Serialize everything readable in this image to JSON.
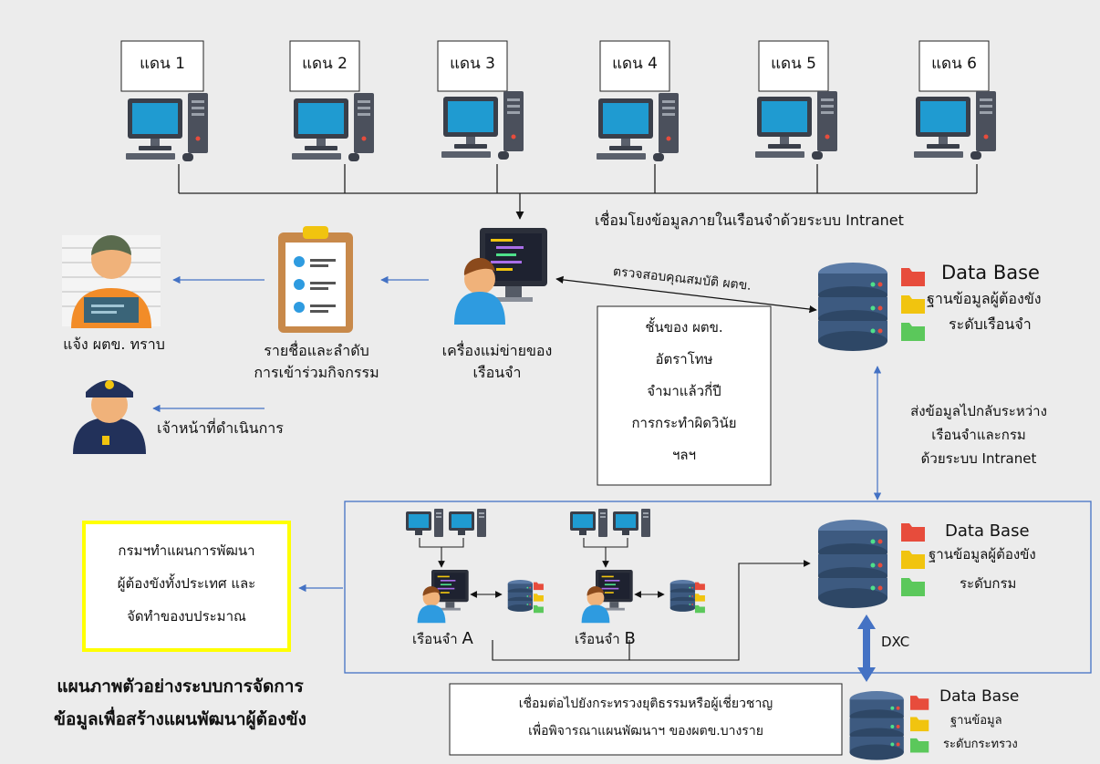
{
  "lanes": [
    "แดน 1",
    "แดน 2",
    "แดน 3",
    "แดน 4",
    "แดน 5",
    "แดน 6"
  ],
  "intranet_label": "เชื่อมโยงข้อมูลภายในเรือนจำด้วยระบบ Intranet",
  "check_label": "ตรวจสอบคุณสมบัติ ผตข.",
  "server_label": [
    "เครื่องแม่ข่ายของ",
    "เรือนจำ"
  ],
  "list_label": [
    "รายชื่อและลำดับ",
    "การเข้าร่วมกิจกรรม"
  ],
  "notify_label": "แจ้ง ผตข. ทราบ",
  "officer_label": "เจ้าหน้าที่ดำเนินการ",
  "criteria": [
    "ชั้นของ ผตข.",
    "อัตราโทษ",
    "จำมาแล้วกี่ปี",
    "การกระทำผิดวินัย",
    "ฯลฯ"
  ],
  "db_prison": {
    "title": "Data Base",
    "lines": [
      "ฐานข้อมูลผู้ต้องขัง",
      "ระดับเรือนจำ"
    ]
  },
  "sync_label": [
    "ส่งข้อมูลไปกลับระหว่าง",
    "เรือนจำและกรม",
    "ด้วยระบบ Intranet"
  ],
  "db_dept": {
    "title": "Data Base",
    "lines": [
      "ฐานข้อมูลผู้ต้องขัง",
      "ระดับกรม"
    ]
  },
  "prison_a": {
    "prefix": "เรือนจำ",
    "letter": "A"
  },
  "prison_b": {
    "prefix": "เรือนจำ",
    "letter": "B"
  },
  "dept_plan": [
    "กรมฯทำแผนการพัฒนา",
    "ผู้ต้องขังทั้งประเทศ และ",
    "จัดทำของบประมาณ"
  ],
  "dxc_label": "DXC",
  "ministry_connect": [
    "เชื่อมต่อไปยังกระทรวงยุติธรรมหรือผู้เชี่ยวชาญ",
    "เพื่อพิจารณาแผนพัฒนาฯ ของผตข.บางราย"
  ],
  "db_ministry": {
    "title": "Data Base",
    "lines": [
      "ฐานข้อมูล",
      "ระดับกระทรวง"
    ]
  },
  "diagram_title": [
    "แผนภาพตัวอย่างระบบการจัดการ",
    "ข้อมูลเพื่อสร้างแผนพัฒนาผู้ต้องขัง"
  ],
  "colors": {
    "arrow_blue": "#4472c4",
    "highlight_yellow": "#ffff00",
    "db_navy": "#3d5a80",
    "folder_red": "#e74c3c",
    "folder_yellow": "#f1c40f",
    "folder_green": "#2ecc71"
  }
}
